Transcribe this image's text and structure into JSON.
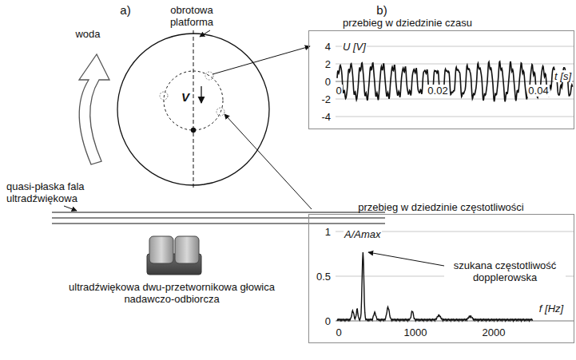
{
  "diagram": {
    "nodes": [
      {
        "text": [
          "przebieg w dziedzinie czasu",
          "4",
          "2",
          "0",
          "-2",
          "-4",
          "U [V]",
          "t [s]",
          "0",
          "0.02",
          "0.04"
        ]
      },
      {
        "text": [
          "przebieg w dziedzinie częstotliwości",
          "1",
          "0.5",
          "0",
          "A/Amax",
          "szukana częstotliwość dopplerowska",
          "f [Hz]",
          "0",
          "1000",
          "2000"
        ]
      }
    ],
    "labels": [
      "a)",
      "b)",
      "woda",
      "obrotowa platforma",
      "V",
      "quasi-płaska fala ultradźwiękowa",
      "ultradźwiękowa dwu-przetwornikowa głowica nadawczo-odbiorcza"
    ]
  }
}
